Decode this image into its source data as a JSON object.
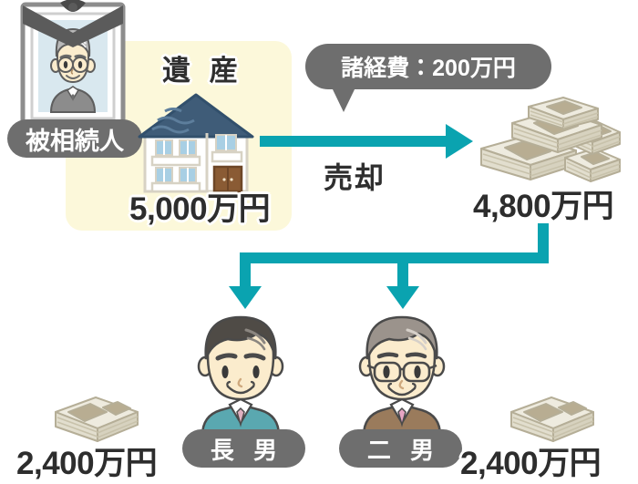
{
  "diagram": {
    "title_estate": "遺 産",
    "labels": {
      "decedent": "被相続人",
      "son_first": "長 男",
      "son_second": "二 男",
      "sale": "売却",
      "expenses_note": "諸経費：200万円"
    },
    "amounts": {
      "estate_value": "5,000万円",
      "sale_proceeds": "4,800万円",
      "share_first_son": "2,400万円",
      "share_second_son": "2,400万円"
    },
    "colors": {
      "teal_arrow": "#0aa3b0",
      "pill_grey": "#6e6e6e",
      "panel_yellow": "#fcf8da",
      "text_dark": "#2d2d2d",
      "roof_blue": "#3f5c78",
      "money_beige": "#e9e6d9"
    },
    "icons": {
      "portrait": "memorial-portrait-icon",
      "house": "house-icon",
      "money_big": "money-stack-large-icon",
      "money_small_left": "money-stack-small-icon",
      "money_small_right": "money-stack-small-icon",
      "son_first": "man-avatar-icon",
      "son_second": "man-with-glasses-avatar-icon",
      "arrow_sale": "arrow-right-icon",
      "arrow_split_left": "arrow-down-icon",
      "arrow_split_right": "arrow-down-icon"
    }
  }
}
